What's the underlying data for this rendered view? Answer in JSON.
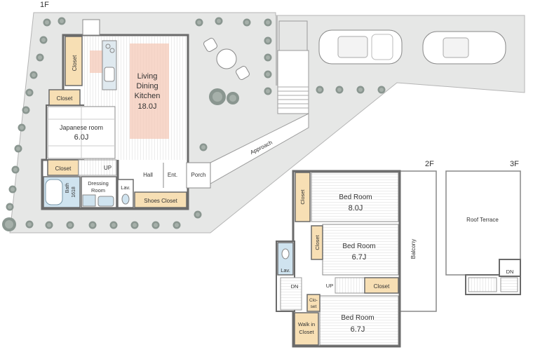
{
  "floors": {
    "f1": {
      "label": "1F",
      "rooms": {
        "ldk_line1": "Living",
        "ldk_line2": "Dining",
        "ldk_line3": "Kitchen",
        "ldk_size": "18.0J",
        "japanese_name": "Japanese room",
        "japanese_size": "6.0J",
        "closet_tall": "Closet",
        "closet_small": "Closet",
        "closet_lower": "Closet",
        "up": "UP",
        "bath_line1": "Bath",
        "bath_line2": "1618",
        "dressing_line1": "Dressing",
        "dressing_line2": "Room",
        "lav": "Lav.",
        "hall": "Hall",
        "entrance": "Ent.",
        "porch": "Porch",
        "shoes_closet": "Shoes Closet",
        "approach": "Approach"
      }
    },
    "f2": {
      "label": "2F",
      "rooms": {
        "bed1_name": "Bed Room",
        "bed1_size": "8.0J",
        "bed2_name": "Bed Room",
        "bed2_size": "6.7J",
        "bed3_name": "Bed Room",
        "bed3_size": "6.7J",
        "closet_a": "Closet",
        "closet_b": "Closet",
        "closet_c": "Closet",
        "closet_d_line1": "Clo-",
        "closet_d_line2": "set",
        "walkin_line1": "Walk in",
        "walkin_line2": "Closet",
        "lav": "Lav.",
        "balcony": "Balcony",
        "dn": "DN",
        "up": "UP"
      }
    },
    "f3": {
      "label": "3F",
      "rooms": {
        "roof_terrace": "Roof Terrace",
        "dn": "DN"
      }
    }
  },
  "colors": {
    "site": "#e6e7e6",
    "room": "#ffffff",
    "closet": "#f7dfb4",
    "wet": "#cfe3ef",
    "floor_highlight": "#f4c9b8",
    "wall": "#6a6a6a",
    "tree": "#8a9690"
  },
  "icons": [
    "tree-icon",
    "car-icon",
    "table-icon",
    "chair-icon",
    "bathtub-icon",
    "sink-icon",
    "toilet-icon",
    "stairs-icon"
  ]
}
